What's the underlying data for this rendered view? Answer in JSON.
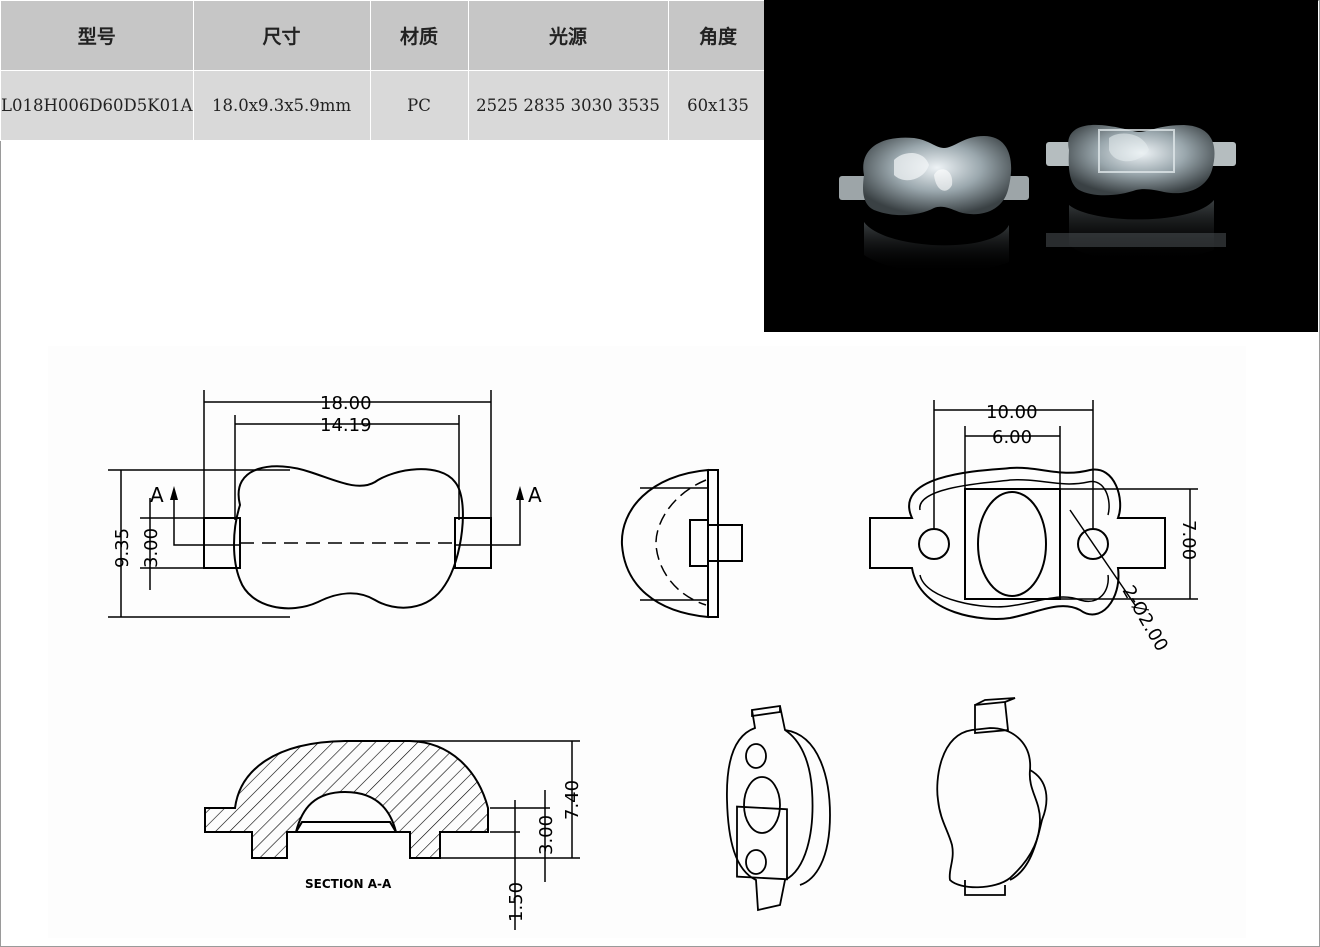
{
  "spec_table": {
    "headers": [
      "型号",
      "尺寸",
      "材质",
      "光源",
      "角度"
    ],
    "row": [
      "L018H006D60D5K01A",
      "18.0x9.3x5.9mm",
      "PC",
      "2525 2835 3030 3535",
      "60x135"
    ]
  },
  "drawing": {
    "top_view": {
      "width_outer": "18.00",
      "width_inner": "14.19",
      "height_total": "9.35",
      "tab_height": "3.00",
      "section_mark_left": "A",
      "section_mark_right": "A"
    },
    "bottom_view": {
      "hole_pitch": "10.00",
      "cavity_width": "6.00",
      "cavity_height": "7.00",
      "hole_callout": "2-Ø2.00"
    },
    "section_view": {
      "height_total": "7.40",
      "cavity_height": "3.00",
      "tab_thickness": "1.50",
      "caption": "SECTION A-A"
    }
  },
  "colors": {
    "header_bg": "#c6c6c6",
    "row_bg": "#d9d9d9",
    "photo_bg": "#000000",
    "line": "#000000"
  }
}
